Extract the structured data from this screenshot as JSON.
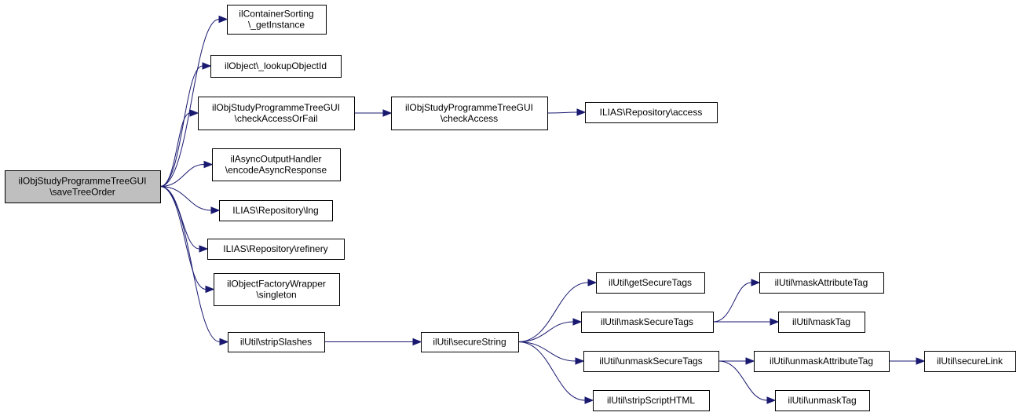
{
  "colors": {
    "edge": "#191970",
    "root_fill": "#bfbfbf",
    "node_fill": "#ffffff",
    "node_border": "#000000"
  },
  "nodes": [
    {
      "id": "saveTreeOrder",
      "lines": [
        "ilObjStudyProgrammeTreeGUI",
        "\\saveTreeOrder"
      ],
      "root": true
    },
    {
      "id": "getInstance",
      "lines": [
        "ilContainerSorting",
        "\\_getInstance"
      ]
    },
    {
      "id": "lookupObjectId",
      "lines": [
        "ilObject\\_lookupObjectId"
      ]
    },
    {
      "id": "checkAccessOrFail",
      "lines": [
        "ilObjStudyProgrammeTreeGUI",
        "\\checkAccessOrFail"
      ]
    },
    {
      "id": "checkAccess",
      "lines": [
        "ilObjStudyProgrammeTreeGUI",
        "\\checkAccess"
      ]
    },
    {
      "id": "repoAccess",
      "lines": [
        "ILIAS\\Repository\\access"
      ]
    },
    {
      "id": "encodeAsyncResponse",
      "lines": [
        "ilAsyncOutputHandler",
        "\\encodeAsyncResponse"
      ]
    },
    {
      "id": "repoLng",
      "lines": [
        "ILIAS\\Repository\\lng"
      ]
    },
    {
      "id": "repoRefinery",
      "lines": [
        "ILIAS\\Repository\\refinery"
      ]
    },
    {
      "id": "singleton",
      "lines": [
        "ilObjectFactoryWrapper",
        "\\singleton"
      ]
    },
    {
      "id": "stripSlashes",
      "lines": [
        "ilUtil\\stripSlashes"
      ]
    },
    {
      "id": "secureString",
      "lines": [
        "ilUtil\\secureString"
      ]
    },
    {
      "id": "getSecureTags",
      "lines": [
        "ilUtil\\getSecureTags"
      ]
    },
    {
      "id": "maskSecureTags",
      "lines": [
        "ilUtil\\maskSecureTags"
      ]
    },
    {
      "id": "unmaskSecureTags",
      "lines": [
        "ilUtil\\unmaskSecureTags"
      ]
    },
    {
      "id": "stripScriptHTML",
      "lines": [
        "ilUtil\\stripScriptHTML"
      ]
    },
    {
      "id": "maskAttributeTag",
      "lines": [
        "ilUtil\\maskAttributeTag"
      ]
    },
    {
      "id": "maskTag",
      "lines": [
        "ilUtil\\maskTag"
      ]
    },
    {
      "id": "unmaskAttributeTag",
      "lines": [
        "ilUtil\\unmaskAttributeTag"
      ]
    },
    {
      "id": "unmaskTag",
      "lines": [
        "ilUtil\\unmaskTag"
      ]
    },
    {
      "id": "secureLink",
      "lines": [
        "ilUtil\\secureLink"
      ]
    }
  ],
  "edges": [
    {
      "from": "saveTreeOrder",
      "to": "getInstance"
    },
    {
      "from": "saveTreeOrder",
      "to": "lookupObjectId"
    },
    {
      "from": "saveTreeOrder",
      "to": "checkAccessOrFail"
    },
    {
      "from": "saveTreeOrder",
      "to": "encodeAsyncResponse"
    },
    {
      "from": "saveTreeOrder",
      "to": "repoLng"
    },
    {
      "from": "saveTreeOrder",
      "to": "repoRefinery"
    },
    {
      "from": "saveTreeOrder",
      "to": "singleton"
    },
    {
      "from": "saveTreeOrder",
      "to": "stripSlashes"
    },
    {
      "from": "checkAccessOrFail",
      "to": "checkAccess"
    },
    {
      "from": "checkAccess",
      "to": "repoAccess"
    },
    {
      "from": "stripSlashes",
      "to": "secureString"
    },
    {
      "from": "secureString",
      "to": "getSecureTags"
    },
    {
      "from": "secureString",
      "to": "maskSecureTags"
    },
    {
      "from": "secureString",
      "to": "unmaskSecureTags"
    },
    {
      "from": "secureString",
      "to": "stripScriptHTML"
    },
    {
      "from": "maskSecureTags",
      "to": "maskAttributeTag"
    },
    {
      "from": "maskSecureTags",
      "to": "maskTag"
    },
    {
      "from": "unmaskSecureTags",
      "to": "unmaskAttributeTag"
    },
    {
      "from": "unmaskSecureTags",
      "to": "unmaskTag"
    },
    {
      "from": "unmaskAttributeTag",
      "to": "secureLink"
    }
  ]
}
